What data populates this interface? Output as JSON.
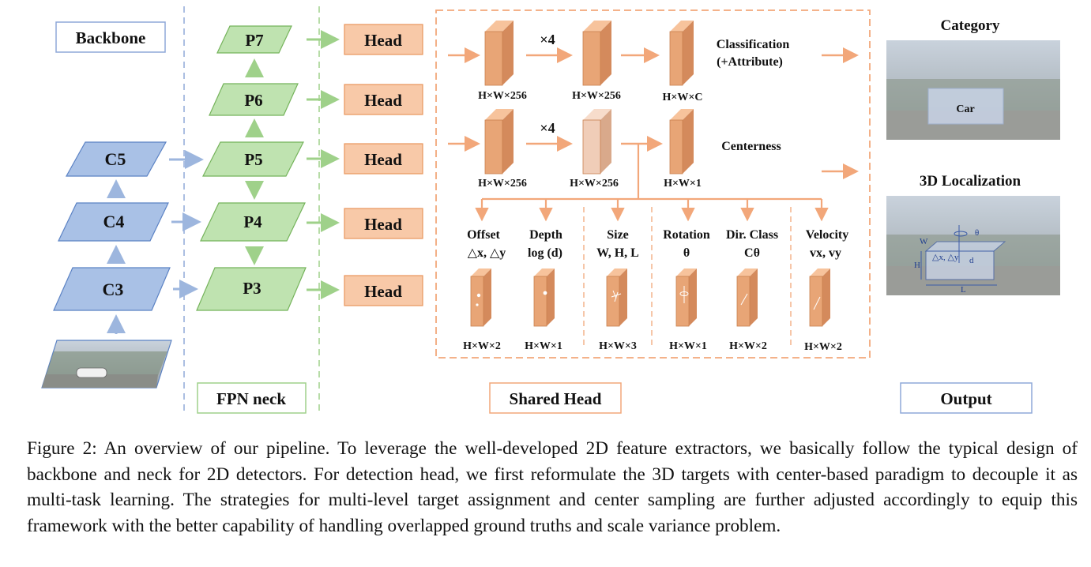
{
  "backbone": {
    "title": "Backbone",
    "levels": [
      "C5",
      "C4",
      "C3"
    ]
  },
  "neck": {
    "title": "FPN neck",
    "levels": [
      "P7",
      "P6",
      "P5",
      "P4",
      "P3"
    ]
  },
  "heads": [
    "Head",
    "Head",
    "Head",
    "Head",
    "Head"
  ],
  "shared_head": {
    "title": "Shared Head",
    "repeat_label": "×4",
    "cls_branch": {
      "dims": [
        "H×W×256",
        "H×W×256",
        "H×W×C"
      ],
      "output_label_line1": "Classification",
      "output_label_line2": "(+Attribute)"
    },
    "reg_branch": {
      "dims": [
        "H×W×256",
        "H×W×256",
        "H×W×1"
      ],
      "output_label": "Centerness"
    },
    "reg_outputs": [
      {
        "name": "Offset",
        "symbol": "△x, △y",
        "dim": "H×W×2"
      },
      {
        "name": "Depth",
        "symbol": "log (d)",
        "dim": "H×W×1"
      },
      {
        "name": "Size",
        "symbol": "W, H, L",
        "dim": "H×W×3"
      },
      {
        "name": "Rotation",
        "symbol": "θ",
        "dim": "H×W×1"
      },
      {
        "name": "Dir. Class",
        "symbol": "Cθ",
        "dim": "H×W×2"
      },
      {
        "name": "Velocity",
        "symbol": "vx, vy",
        "dim": "H×W×2"
      }
    ]
  },
  "output": {
    "title": "Output",
    "category_label": "Category",
    "category_object": "Car",
    "localization_label": "3D Localization",
    "loc_annotations": [
      "W",
      "H",
      "L",
      "△x, △y",
      "d",
      "θ"
    ]
  },
  "colors": {
    "backbone_fill": "#a9c1e6",
    "backbone_stroke": "#5b82c4",
    "neck_fill": "#bfe3b0",
    "neck_stroke": "#75b35b",
    "head_fill": "#f8c9a8",
    "head_stroke": "#e8955c",
    "arrow_blue": "#9db6de",
    "arrow_green": "#9fd18a",
    "arrow_orange": "#f2a77a"
  },
  "caption": "Figure 2: An overview of our pipeline. To leverage the well-developed 2D feature extractors, we basically follow the typical design of backbone and neck for 2D detectors. For detection head, we first reformulate the 3D targets with center-based paradigm to decouple it as multi-task learning. The strategies for multi-level target assignment and center sampling are further adjusted accordingly to equip this framework with the better capability of handling overlapped ground truths and scale variance problem."
}
